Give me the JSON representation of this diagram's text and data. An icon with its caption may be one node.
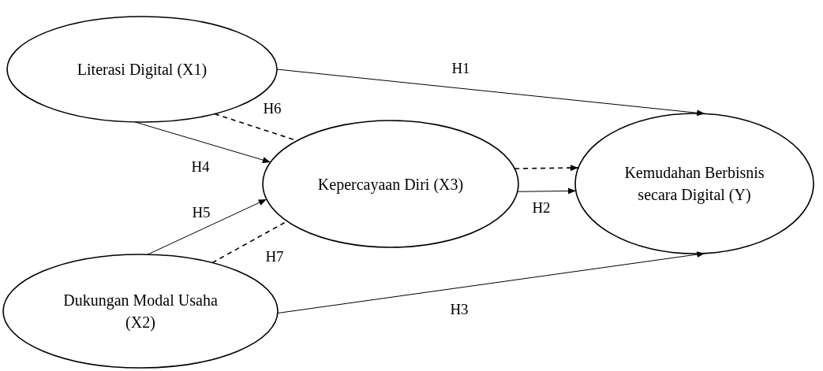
{
  "diagram": {
    "nodes": [
      {
        "text": [
          "Literasi Digital (X1)"
        ]
      },
      {
        "text": [
          "Kepercayaan Diri (X3)"
        ]
      },
      {
        "text": [
          "Kemudahan Berbisnis secara Digital (Y)"
        ]
      },
      {
        "text": [
          "Dukungan Modal Usaha (X2)"
        ]
      }
    ],
    "edges": [
      {
        "from": 0,
        "to": 2,
        "arrow": "to",
        "label": "H1"
      },
      {
        "from": 0,
        "to": 1,
        "arrow": "to",
        "label": "H4"
      },
      {
        "from": 0,
        "to": 1,
        "arrow": "none",
        "label": "H6",
        "style": "dashed"
      },
      {
        "from": 1,
        "to": 2,
        "arrow": "to",
        "style": "dashed"
      },
      {
        "from": 1,
        "to": 2,
        "arrow": "to",
        "label": "H2"
      },
      {
        "from": 3,
        "to": 1,
        "arrow": "to",
        "label": "H5"
      },
      {
        "from": 3,
        "to": 1,
        "arrow": "none",
        "label": "H7",
        "style": "dashed"
      },
      {
        "from": 3,
        "to": 2,
        "arrow": "to",
        "label": "H3"
      }
    ]
  }
}
